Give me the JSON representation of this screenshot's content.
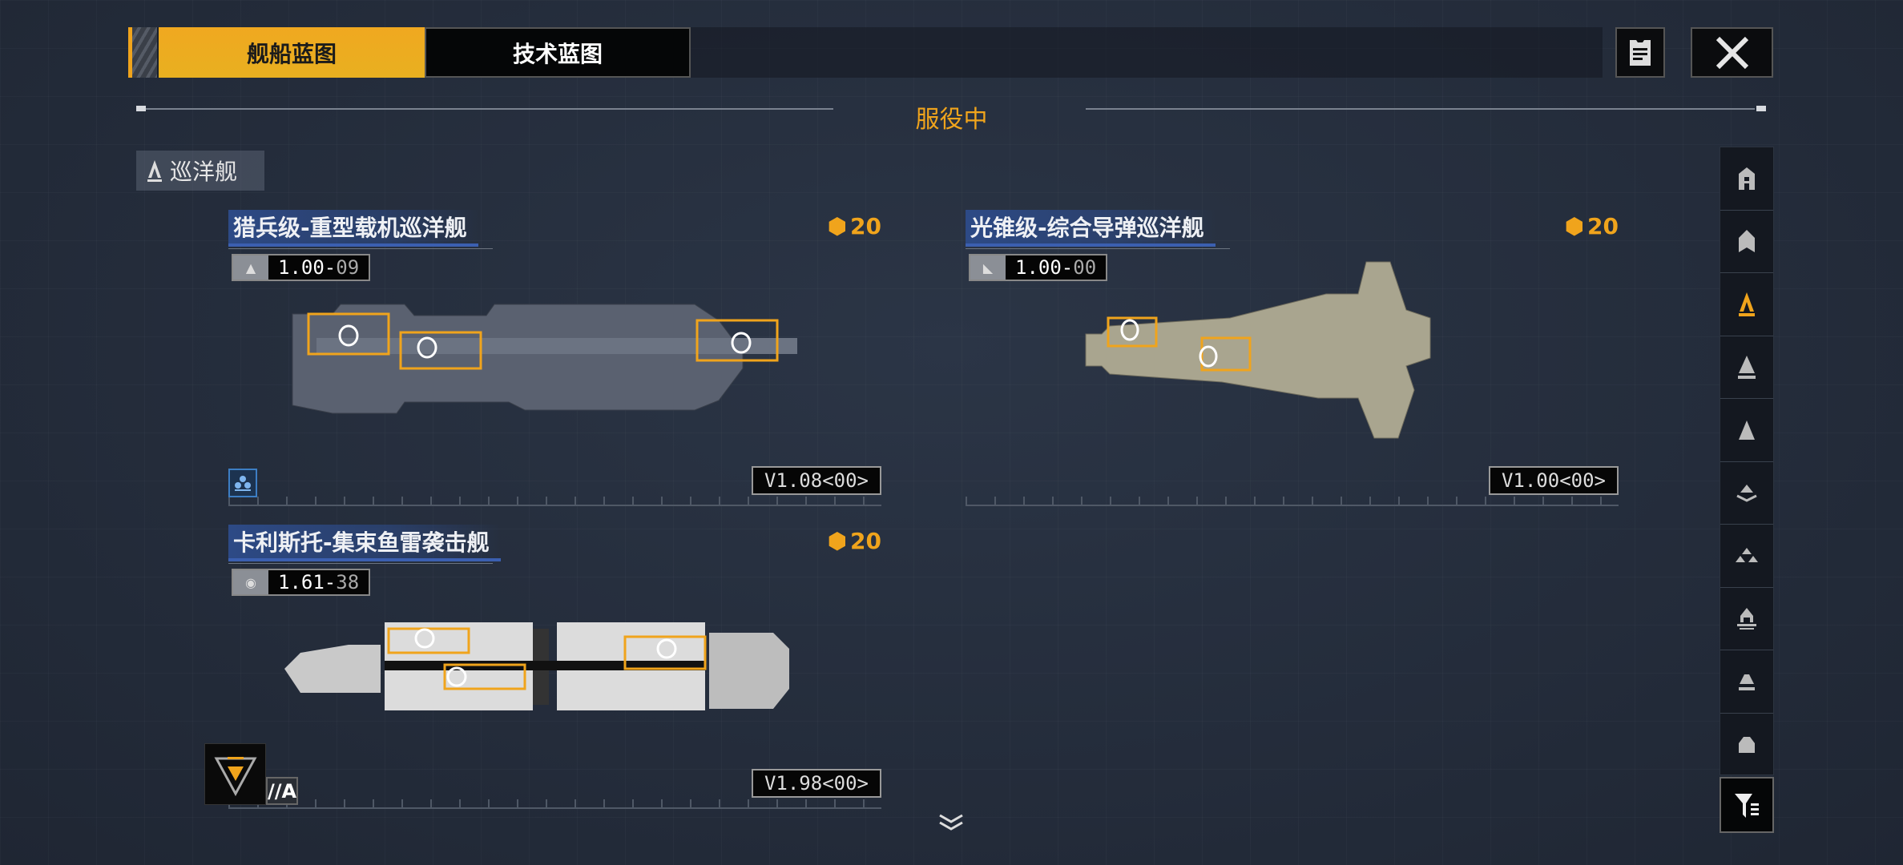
{
  "tabs": [
    {
      "label": "舰船蓝图",
      "active": true
    },
    {
      "label": "技术蓝图",
      "active": false
    }
  ],
  "header_buttons": {
    "log": "document-icon",
    "close": "close-icon"
  },
  "status": "服役中",
  "category": {
    "label": "巡洋舰",
    "icon": "cruiser-icon"
  },
  "accent_color": "#f0a41c",
  "cards": [
    {
      "name": "猎兵级-重型载机巡洋舰",
      "cost": "20",
      "code_main": "1.00",
      "code_sub": "09",
      "version": "V1.08<00>",
      "hull": "grey"
    },
    {
      "name": "光锥级-综合导弹巡洋舰",
      "cost": "20",
      "code_main": "1.00",
      "code_sub": "00",
      "version": "V1.00<00>",
      "hull": "tan"
    },
    {
      "name": "卡利斯托-集束鱼雷袭击舰",
      "cost": "20",
      "code_main": "1.61",
      "code_sub": "38",
      "version": "V1.98<00>",
      "hull": "white"
    }
  ],
  "rank": {
    "label": "//A"
  },
  "sidebar": {
    "items": [
      "carrier",
      "battleship",
      "cruiser",
      "destroyer",
      "frigate",
      "corvette",
      "fighter",
      "auxiliary",
      "support",
      "other"
    ],
    "selected": 2,
    "filter": "filter-icon"
  }
}
